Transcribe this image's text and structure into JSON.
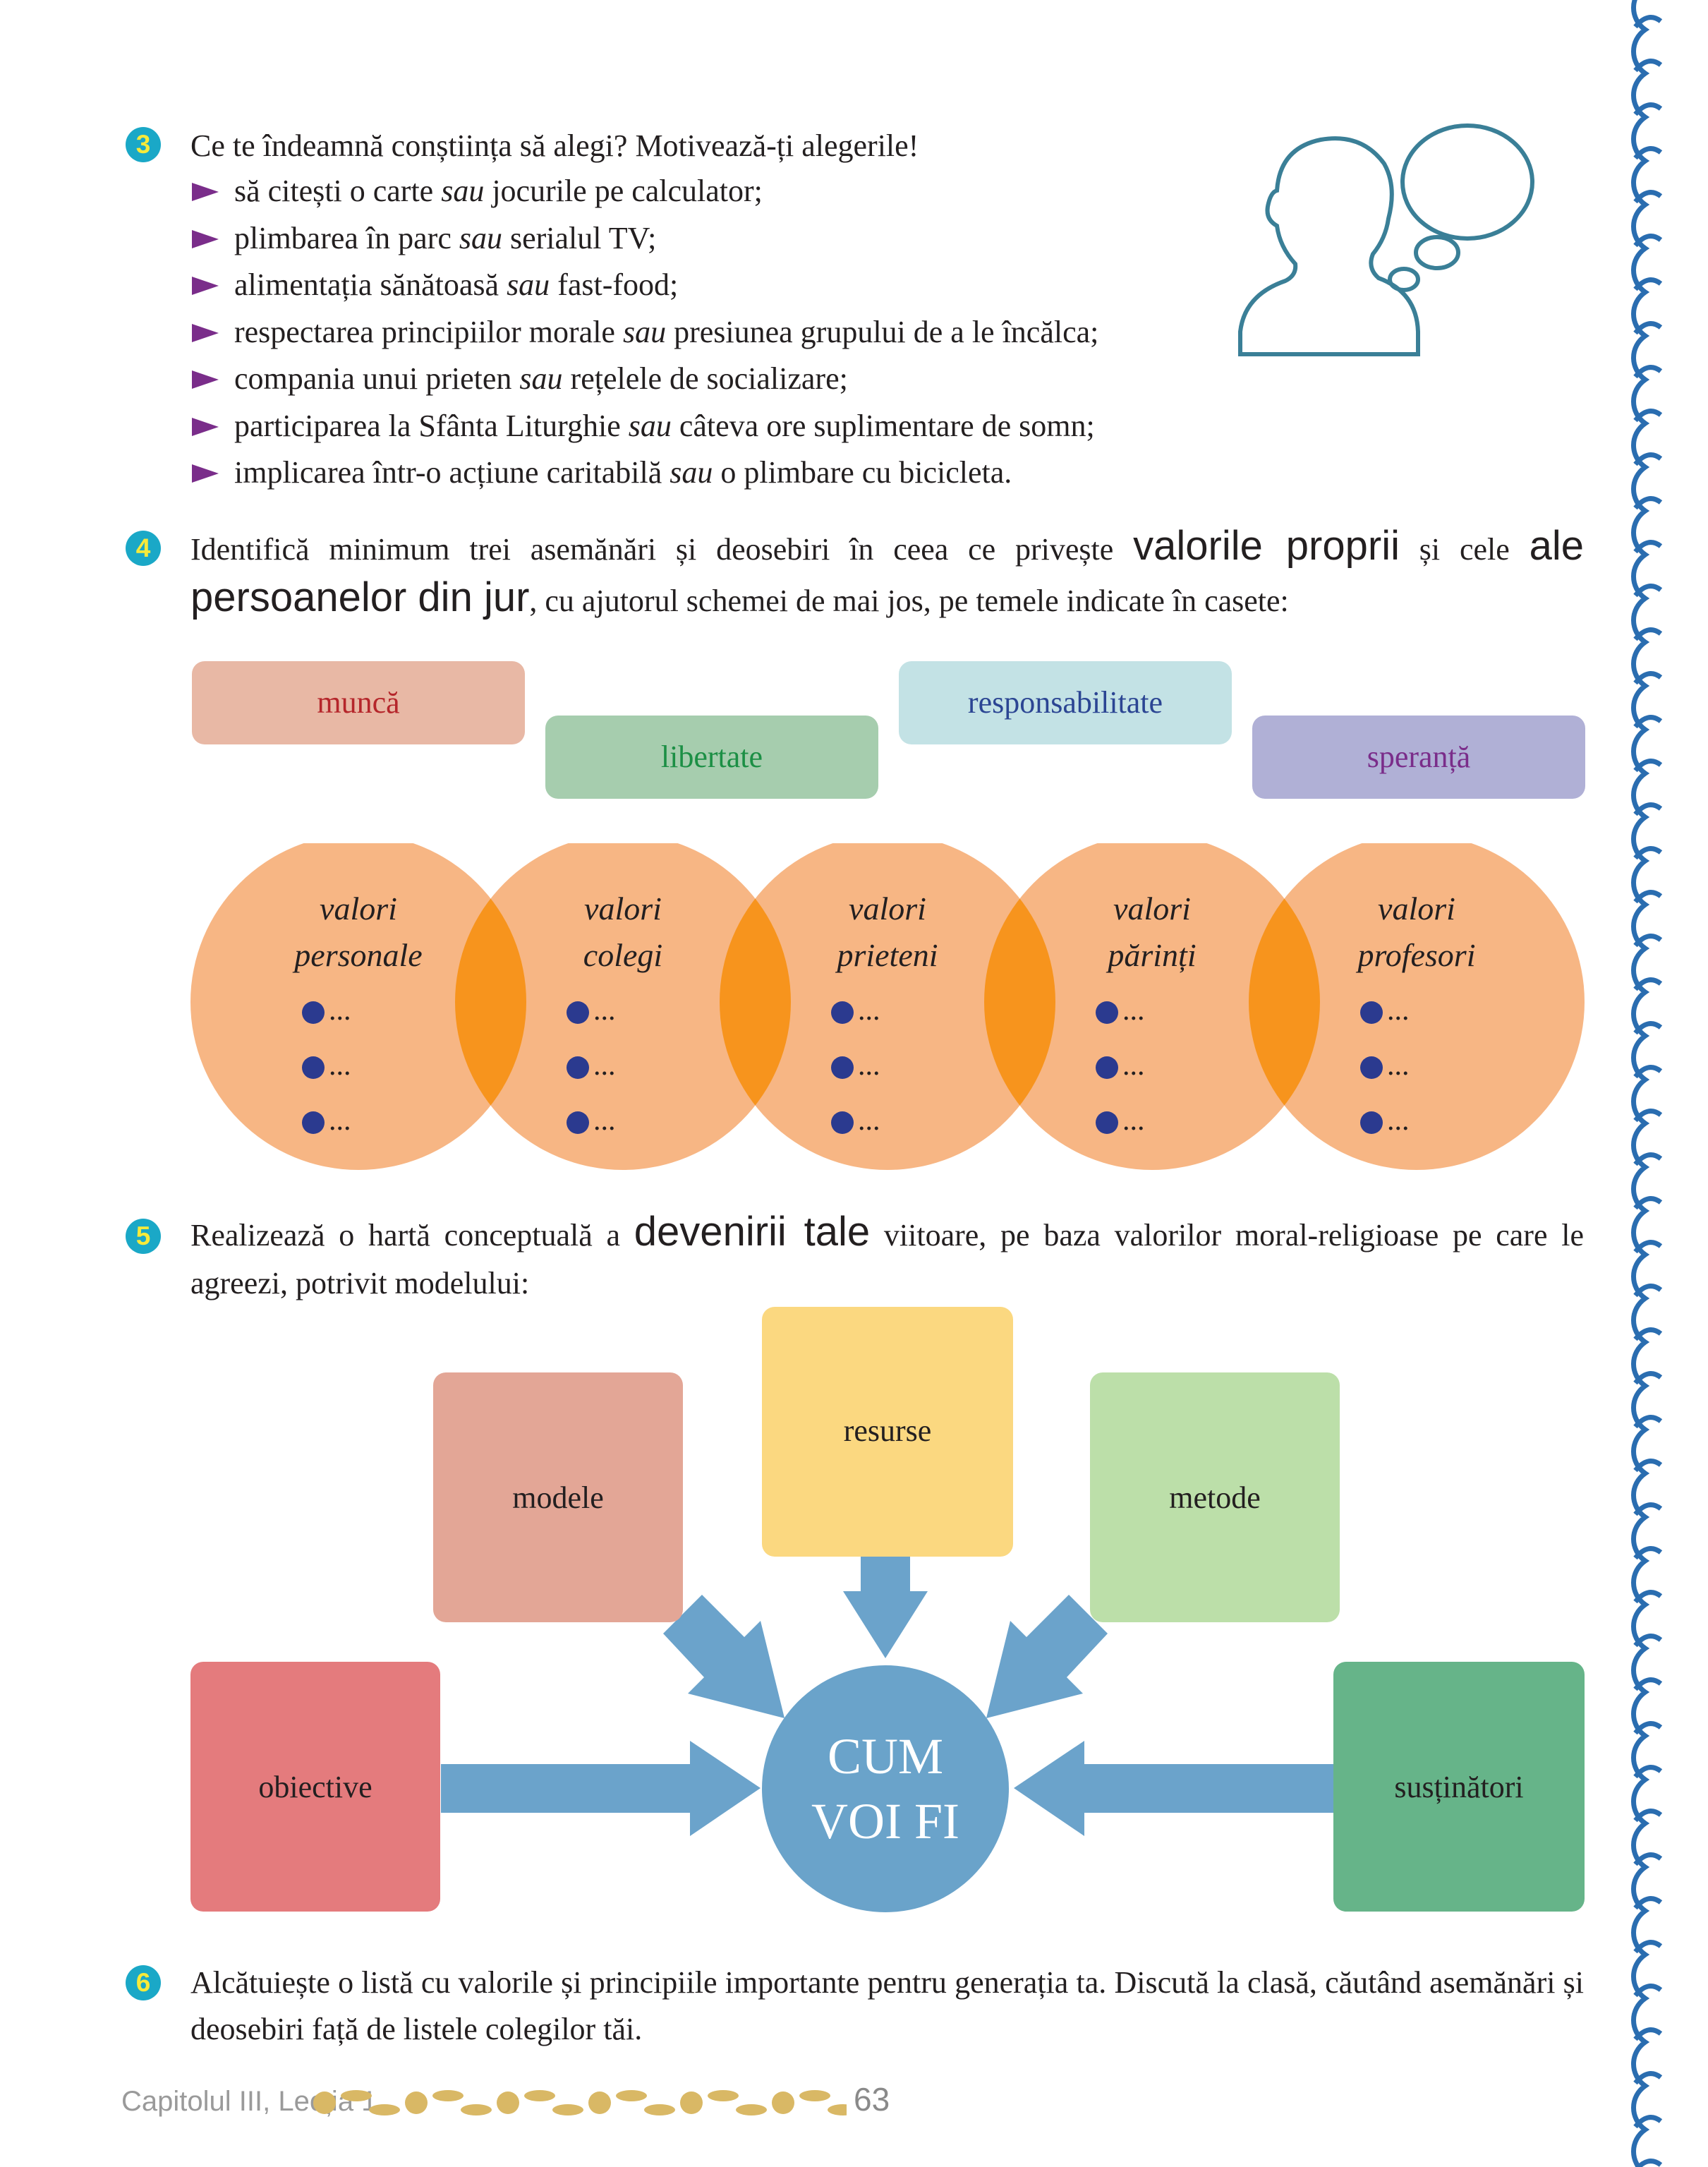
{
  "colors": {
    "number_badge": "#1aa8c7",
    "number_badge_yellow": "#f7ea3a",
    "bullet_triangle": "#7a2d8a",
    "circle": "#f7b684",
    "circle_overlap": "#f7941d",
    "arrow": "#6ba3cb",
    "border_swirl": "#2a6db0",
    "footer_ornament": "#d9b865"
  },
  "ex3": {
    "number": "3",
    "question": "Ce te îndeamnă conștiința să alegi? Motivează-ți alegerile!",
    "items": [
      {
        "a": "să citești o carte ",
        "sau": "sau",
        "b": " jocurile pe calculator;"
      },
      {
        "a": "plimbarea în parc ",
        "sau": "sau",
        "b": " serialul TV;"
      },
      {
        "a": "alimentația sănătoasă ",
        "sau": "sau",
        "b": " fast-food;"
      },
      {
        "a": "respectarea principiilor morale ",
        "sau": "sau",
        "b": " presiunea grupului de a le încălca;"
      },
      {
        "a": "compania unui prieten ",
        "sau": "sau",
        "b": " rețelele de socializare;"
      },
      {
        "a": "participarea la Sfânta Liturghie ",
        "sau": "sau",
        "b": " câteva ore suplimentare de somn;"
      },
      {
        "a": "implicarea într-o acțiune caritabilă ",
        "sau": "sau",
        "b": " o plimbare cu bicicleta."
      }
    ]
  },
  "ex4": {
    "number": "4",
    "t1": "Identifică minimum trei asemănări și deosebiri în ceea ce privește ",
    "t2": "valorile proprii",
    "t3": " și cele ",
    "t4": "ale persoanelor din jur",
    "t5": ", cu ajutorul schemei de mai jos, pe temele indicate în casete:",
    "tags": [
      {
        "label": "muncă",
        "color": "#b5262b",
        "bg": "#e8b8a5"
      },
      {
        "label": "libertate",
        "color": "#1c8f45",
        "bg": "#a6cdae"
      },
      {
        "label": "responsabilitate",
        "color": "#2b4593",
        "bg": "#c3e2e5"
      },
      {
        "label": "speranță",
        "color": "#7a2d8a",
        "bg": "#b0b0d6"
      }
    ],
    "circles": [
      {
        "l1": "valori",
        "l2": "personale"
      },
      {
        "l1": "valori",
        "l2": "colegi"
      },
      {
        "l1": "valori",
        "l2": "prieteni"
      },
      {
        "l1": "valori",
        "l2": "părinți"
      },
      {
        "l1": "valori",
        "l2": "profesori"
      }
    ],
    "ellipsis": "..."
  },
  "ex5": {
    "number": "5",
    "t1": "Realizează o hartă conceptuală a ",
    "t2": "devenirii tale",
    "t3": " viitoare, pe baza valorilor moral-religioase pe care le agreezi, potrivit modelului:",
    "boxes": {
      "modele": {
        "label": "modele",
        "bg": "#e3a696"
      },
      "resurse": {
        "label": "resurse",
        "bg": "#fbd880"
      },
      "metode": {
        "label": "metode",
        "bg": "#bcdfa9"
      },
      "obiective": {
        "label": "obiective",
        "bg": "#e47b7d"
      },
      "sustinatori": {
        "label": "susținători",
        "bg": "#66b489"
      }
    },
    "center_l1": "CUM",
    "center_l2": "VOI FI",
    "center_color": "#6aa3ca"
  },
  "ex6": {
    "number": "6",
    "text": "Alcătuiește o listă cu valorile și principiile importante pentru generația ta. Discută la clasă, căutând asemănări și deosebiri față de listele colegilor tăi."
  },
  "footer": {
    "chapter": "Capitolul III, Lecția 1",
    "page": "63"
  }
}
